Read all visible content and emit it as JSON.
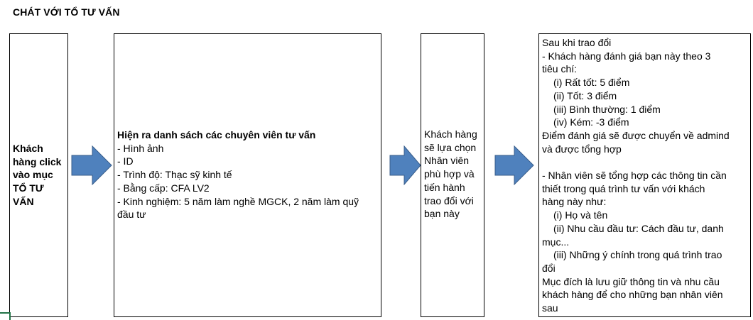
{
  "title": "CHÁT VỚI TỔ TƯ VẤN",
  "box1": {
    "lines": [
      "Khách",
      "hàng click",
      "vào mục",
      "TỔ TƯ",
      "VẤN"
    ]
  },
  "box2": {
    "heading": "Hiện ra danh sách các chuyên viên tư vấn",
    "lines": [
      "- Hình ảnh",
      "- ID",
      "- Trình độ: Thạc sỹ kinh tế",
      "- Bằng cấp: CFA LV2",
      "- Kinh nghiệm: 5 năm làm nghề MGCK, 2 năm làm quỹ",
      "đầu tư"
    ]
  },
  "box3": {
    "lines": [
      "Khách hàng",
      "sẽ lựa chọn",
      "Nhân viên",
      "phù hợp và",
      "tiến hành",
      "trao đổi với",
      "bạn này"
    ]
  },
  "box4": {
    "lines": [
      "Sau khi trao đổi",
      "- Khách hàng đánh giá bạn này theo 3",
      "tiêu chí:",
      "(i) Rất tốt: 5 điểm",
      "(ii) Tốt: 3 điểm",
      "(iii) Bình thường: 1 điểm",
      "(iv) Kém: -3 điểm",
      "Điểm đánh giá sẽ được chuyển về admind",
      "và được tổng hợp",
      "",
      "- Nhân viên sẽ tổng hợp các thông tin cần",
      "thiết trong quá trình tư vấn với khách",
      "hàng này như:",
      "(i) Họ và tên",
      "(ii) Nhu cầu đầu tư: Cách đầu tư, danh",
      "mục...",
      "(iii) Những ý chính trong quá trình trao",
      "đổi",
      "Mục đích là lưu giữ thông tin và nhu cầu",
      "khách hàng để cho những bạn nhân viên",
      "sau"
    ],
    "indented": [
      3,
      4,
      5,
      6,
      13,
      14,
      16
    ]
  },
  "colors": {
    "arrow_fill": "#4f81bd",
    "arrow_stroke": "#385d8a",
    "cell_marker": "#217346"
  }
}
